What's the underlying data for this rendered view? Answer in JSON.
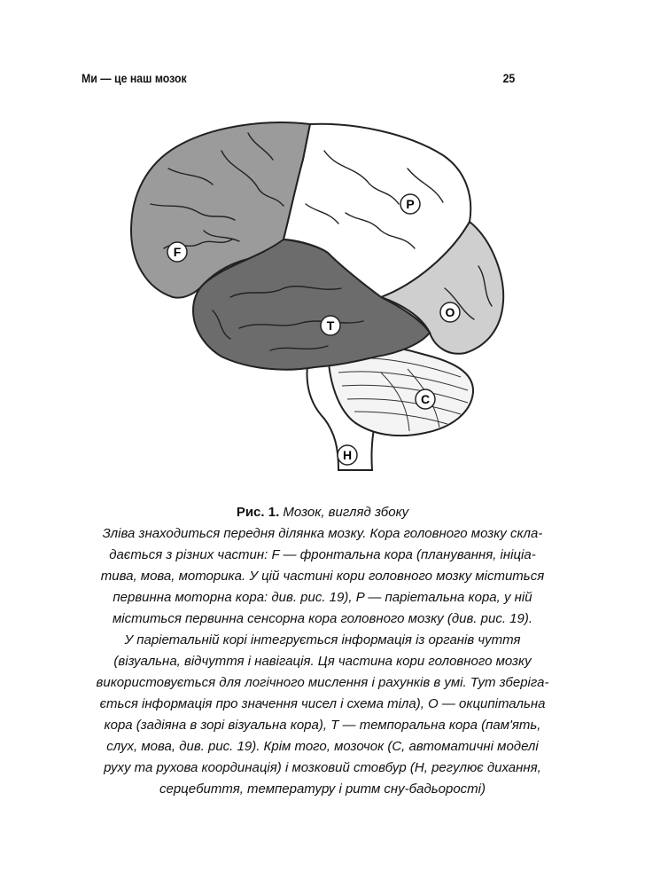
{
  "header": {
    "title": "Ми — це наш мозок",
    "page_number": "25"
  },
  "figure": {
    "labels": {
      "frontal": "F",
      "parietal": "P",
      "occipital": "O",
      "temporal": "T",
      "cerebellum": "C",
      "brainstem": "H"
    },
    "colors": {
      "frontal": "#9b9b9b",
      "parietal": "#ffffff",
      "occipital": "#cfcfcf",
      "temporal": "#6c6c6c",
      "cerebellum": "#f4f4f4",
      "outline": "#222222"
    }
  },
  "caption": {
    "label": "Рис. 1.",
    "name": "Мозок, вигляд збоку",
    "lines": [
      "Зліва знаходиться передня ділянка мозку. Кора головного мозку скла-",
      "дається з різних частин: F — фронтальна кора (планування, ініціа-",
      "тива, мова, моторика. У цій частині кори головного мозку міститься",
      "первинна моторна кора: див. рис. 19), P — паріетальна кора, у ній",
      "міститься первинна сенсорна кора головного мозку (див. рис. 19).",
      "У паріетальній корі інтегрується інформація із органів чуття",
      "(візуальна, відчуття і навігація. Ця частина кори головного мозку",
      "використовується для логічного мислення і рахунків в умі. Тут зберіга-",
      "ється інформація про значення чисел і схема тіла), O — окципітальна",
      "кора (задіяна в зорі візуальна кора), T — темпоральна кора (пам'ять,",
      "слух, мова, див. рис. 19). Крім того, мозочок (C, автоматичні моделі",
      "руху та рухова координація) і мозковий стовбур (H, регулює дихання,",
      "серцебиття, температуру і ритм сну-бадьорості)"
    ]
  }
}
